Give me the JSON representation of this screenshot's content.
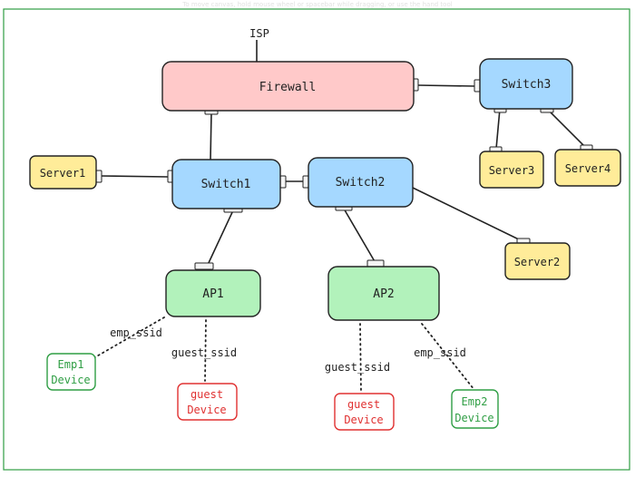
{
  "hint": "To move canvas, hold mouse wheel or spacebar while dragging, or use the hand tool",
  "colors": {
    "firewall": "#ffc9c9",
    "switch": "#a5d8ff",
    "server": "#ffec99",
    "ap": "#b2f2bb",
    "emp": "#2f9e44",
    "guest": "#e03131",
    "border": "#2f9e44"
  },
  "nodes": {
    "isp": "ISP",
    "firewall": "Firewall",
    "switch1": "Switch1",
    "switch2": "Switch2",
    "switch3": "Switch3",
    "server1": "Server1",
    "server2": "Server2",
    "server3": "Server3",
    "server4": "Server4",
    "ap1": "AP1",
    "ap2": "AP2",
    "emp1_device": [
      "Emp1",
      "Device"
    ],
    "guest_device_1": [
      "guest",
      "Device"
    ],
    "guest_device_2": [
      "guest",
      "Device"
    ],
    "emp2_device": [
      "Emp2",
      "Device"
    ]
  },
  "links": {
    "emp_ssid_1": "emp_ssid",
    "guest_ssid_1": "guest_ssid",
    "guest_ssid_2": "guest_ssid",
    "emp_ssid_2": "emp_ssid"
  }
}
